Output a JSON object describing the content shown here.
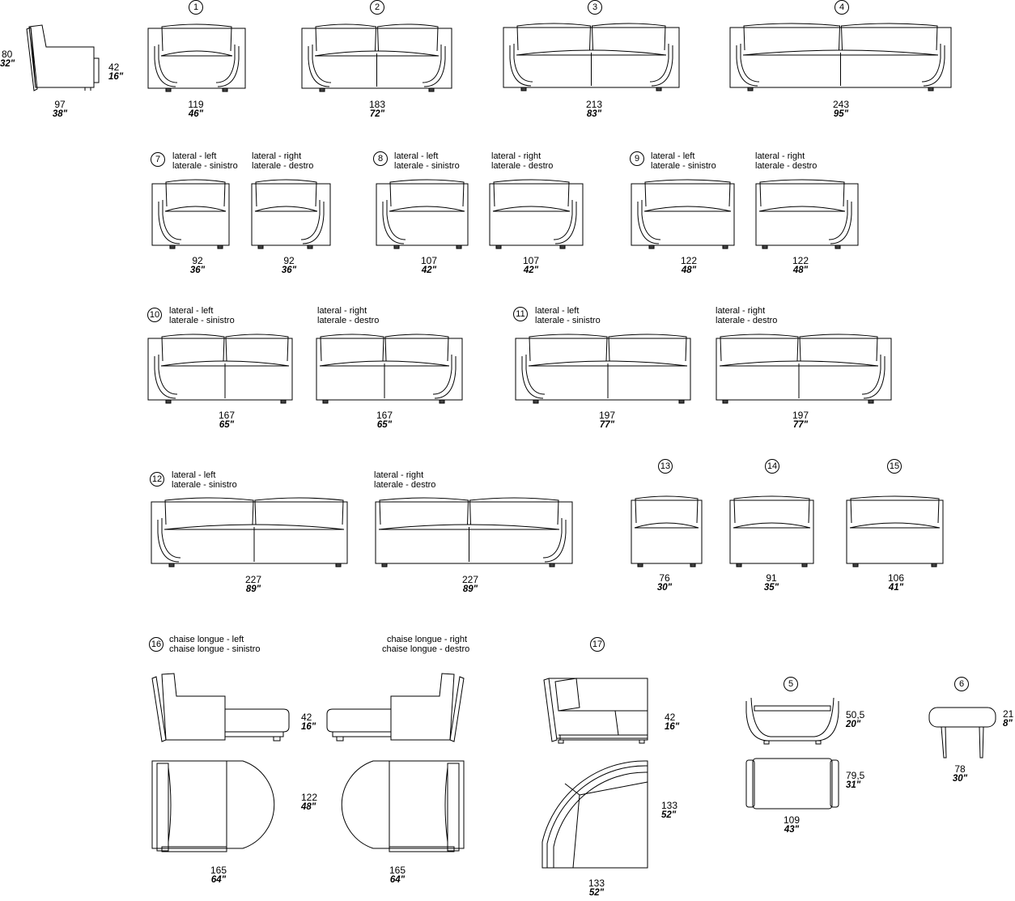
{
  "numbers": [
    "1",
    "2",
    "3",
    "4",
    "5",
    "6",
    "7",
    "8",
    "9",
    "10",
    "11",
    "12",
    "13",
    "14",
    "15",
    "16",
    "17"
  ],
  "side_view": {
    "height_cm": "80",
    "height_in": "32\"",
    "seat_cm": "42",
    "seat_in": "16\"",
    "depth_cm": "97",
    "depth_in": "38\""
  },
  "sofas": [
    {
      "cm": "119",
      "in": "46\""
    },
    {
      "cm": "183",
      "in": "72\""
    },
    {
      "cm": "213",
      "in": "83\""
    },
    {
      "cm": "243",
      "in": "95\""
    }
  ],
  "labels": {
    "lat_left": "lateral - left",
    "lat_left_it": "laterale - sinistro",
    "lat_right": "lateral - right",
    "lat_right_it": "laterale - destro",
    "ch_left": "chaise longue - left",
    "ch_left_it": "chaise longue - sinistro",
    "ch_right": "chaise longue - right",
    "ch_right_it": "chaise longue - destro"
  },
  "row2": [
    {
      "cm": "92",
      "in": "36\""
    },
    {
      "cm": "92",
      "in": "36\""
    },
    {
      "cm": "107",
      "in": "42\""
    },
    {
      "cm": "107",
      "in": "42\""
    },
    {
      "cm": "122",
      "in": "48\""
    },
    {
      "cm": "122",
      "in": "48\""
    }
  ],
  "row3": [
    {
      "cm": "167",
      "in": "65\""
    },
    {
      "cm": "167",
      "in": "65\""
    },
    {
      "cm": "197",
      "in": "77\""
    },
    {
      "cm": "197",
      "in": "77\""
    }
  ],
  "row4": [
    {
      "cm": "227",
      "in": "89\""
    },
    {
      "cm": "227",
      "in": "89\""
    },
    {
      "cm": "76",
      "in": "30\""
    },
    {
      "cm": "91",
      "in": "35\""
    },
    {
      "cm": "106",
      "in": "41\""
    }
  ],
  "chaise": {
    "seat_cm": "42",
    "seat_in": "16\"",
    "depth_cm": "122",
    "depth_in": "48\"",
    "len_left_cm": "165",
    "len_left_in": "64\"",
    "len_right_cm": "165",
    "len_right_in": "64\""
  },
  "corner": {
    "seat_cm": "42",
    "seat_in": "16\"",
    "side_cm": "133",
    "side_in": "52\"",
    "bottom_cm": "133",
    "bottom_in": "52\""
  },
  "chair": {
    "height_cm": "50,5",
    "height_in": "20\"",
    "depth_cm": "79,5",
    "depth_in": "31\"",
    "width_cm": "109",
    "width_in": "43\""
  },
  "table": {
    "height_cm": "21",
    "height_in": "8\"",
    "diam_cm": "78",
    "diam_in": "30\""
  }
}
